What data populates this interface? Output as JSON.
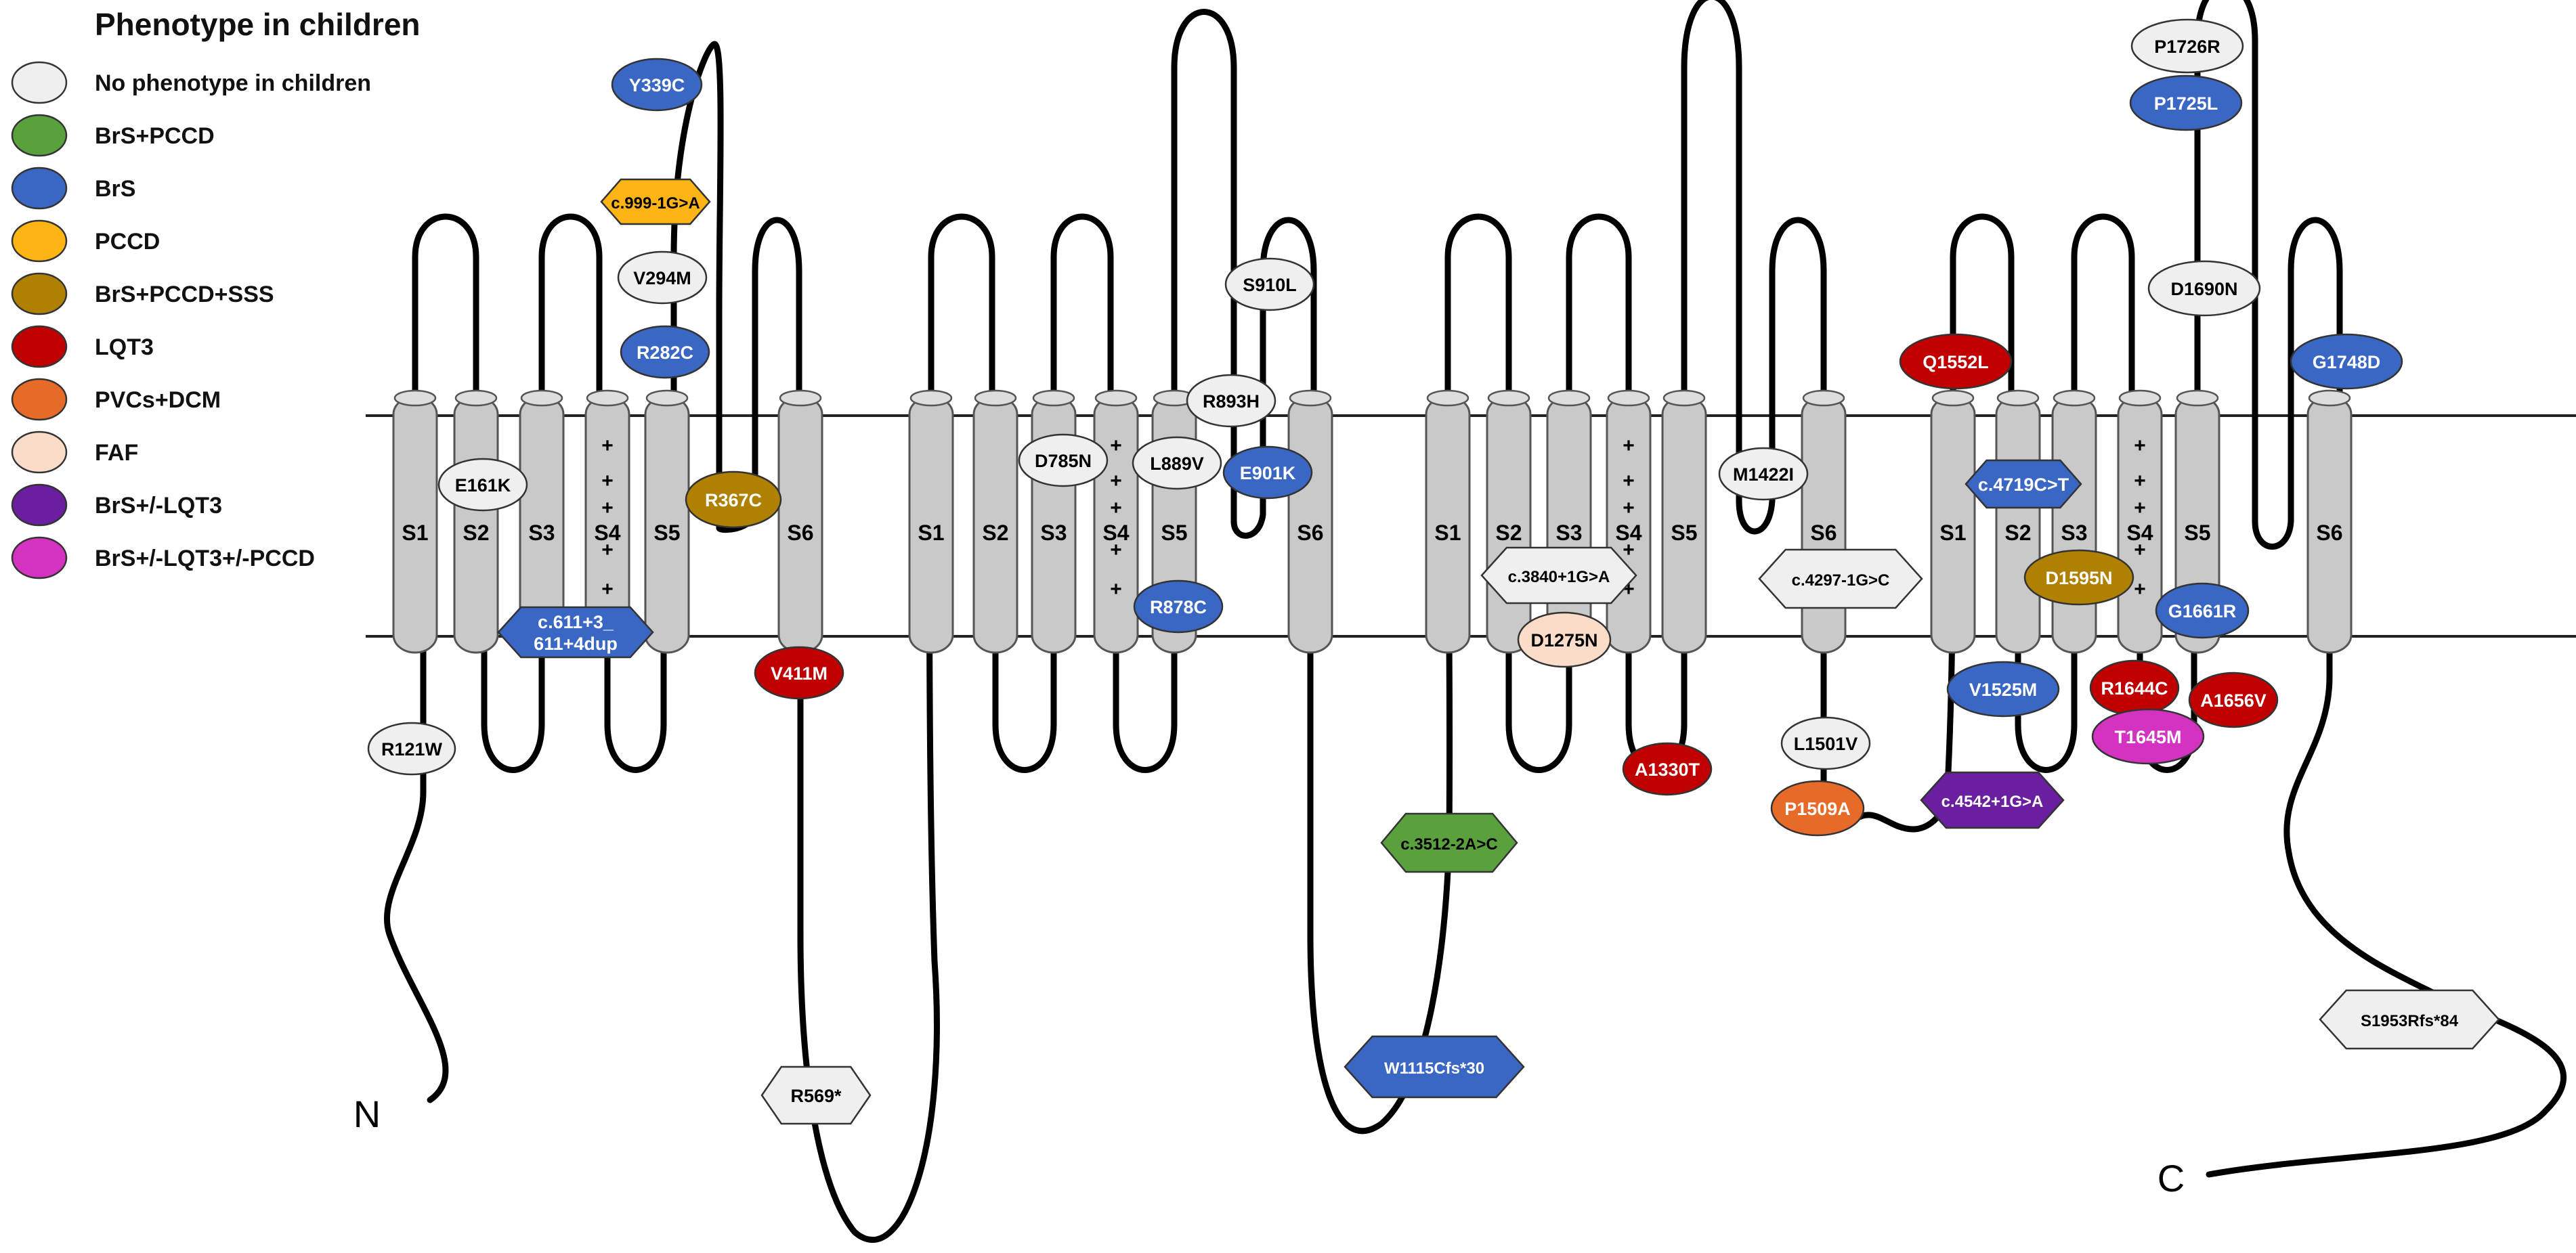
{
  "legend": {
    "title": "Phenotype in children",
    "items": [
      {
        "label": "No phenotype in children",
        "color": "#efefef"
      },
      {
        "label": "BrS+PCCD",
        "color": "#5aa03c"
      },
      {
        "label": "BrS",
        "color": "#3a66c4"
      },
      {
        "label": "PCCD",
        "color": "#fcb514"
      },
      {
        "label": "BrS+PCCD+SSS",
        "color": "#b08000"
      },
      {
        "label": "LQT3",
        "color": "#c00000"
      },
      {
        "label": "PVCs+DCM",
        "color": "#e86a28"
      },
      {
        "label": "FAF",
        "color": "#fbdcc8"
      },
      {
        "label": "BrS+/-LQT3",
        "color": "#6a1ea0"
      },
      {
        "label": "BrS+/-LQT3+/-PCCD",
        "color": "#d333c0"
      }
    ]
  },
  "segment_labels": [
    "S1",
    "S2",
    "S3",
    "S4",
    "S5",
    "S6"
  ],
  "s4_charge": "+",
  "terminals": {
    "n": "N",
    "c": "C"
  },
  "mutations": [
    {
      "label": "Y339C",
      "phenotype": 2,
      "shape": "ellipse"
    },
    {
      "label": "c.999-1G>A",
      "phenotype": 3,
      "shape": "hex"
    },
    {
      "label": "V294M",
      "phenotype": 0,
      "shape": "ellipse"
    },
    {
      "label": "R282C",
      "phenotype": 2,
      "shape": "ellipse"
    },
    {
      "label": "E161K",
      "phenotype": 0,
      "shape": "ellipse"
    },
    {
      "label": "R367C",
      "phenotype": 4,
      "shape": "ellipse"
    },
    {
      "label": "c.611+3_611+4dup",
      "phenotype": 2,
      "shape": "hex"
    },
    {
      "label": "V411M",
      "phenotype": 5,
      "shape": "ellipse"
    },
    {
      "label": "R121W",
      "phenotype": 0,
      "shape": "ellipse"
    },
    {
      "label": "R569*",
      "phenotype": 0,
      "shape": "hex"
    },
    {
      "label": "S910L",
      "phenotype": 0,
      "shape": "ellipse"
    },
    {
      "label": "R893H",
      "phenotype": 0,
      "shape": "ellipse"
    },
    {
      "label": "D785N",
      "phenotype": 0,
      "shape": "ellipse"
    },
    {
      "label": "L889V",
      "phenotype": 0,
      "shape": "ellipse"
    },
    {
      "label": "E901K",
      "phenotype": 2,
      "shape": "ellipse"
    },
    {
      "label": "R878C",
      "phenotype": 2,
      "shape": "ellipse"
    },
    {
      "label": "c.3512-2A>C",
      "phenotype": 1,
      "shape": "hex"
    },
    {
      "label": "W1115Cfs*30",
      "phenotype": 2,
      "shape": "hex"
    },
    {
      "label": "c.3840+1G>A",
      "phenotype": 0,
      "shape": "hex"
    },
    {
      "label": "D1275N",
      "phenotype": 7,
      "shape": "ellipse"
    },
    {
      "label": "A1330T",
      "phenotype": 5,
      "shape": "ellipse"
    },
    {
      "label": "M1422I",
      "phenotype": 0,
      "shape": "ellipse"
    },
    {
      "label": "c.4297-1G>C",
      "phenotype": 0,
      "shape": "hex"
    },
    {
      "label": "L1501V",
      "phenotype": 0,
      "shape": "ellipse"
    },
    {
      "label": "P1509A",
      "phenotype": 6,
      "shape": "ellipse"
    },
    {
      "label": "c.4542+1G>A",
      "phenotype": 8,
      "shape": "hex"
    },
    {
      "label": "P1726R",
      "phenotype": 0,
      "shape": "ellipse"
    },
    {
      "label": "P1725L",
      "phenotype": 2,
      "shape": "ellipse"
    },
    {
      "label": "D1690N",
      "phenotype": 0,
      "shape": "ellipse"
    },
    {
      "label": "Q1552L",
      "phenotype": 5,
      "shape": "ellipse"
    },
    {
      "label": "G1748D",
      "phenotype": 2,
      "shape": "ellipse"
    },
    {
      "label": "c.4719C>T",
      "phenotype": 2,
      "shape": "hex"
    },
    {
      "label": "D1595N",
      "phenotype": 4,
      "shape": "ellipse"
    },
    {
      "label": "G1661R",
      "phenotype": 2,
      "shape": "ellipse"
    },
    {
      "label": "V1525M",
      "phenotype": 2,
      "shape": "ellipse"
    },
    {
      "label": "R1644C",
      "phenotype": 5,
      "shape": "ellipse"
    },
    {
      "label": "A1656V",
      "phenotype": 5,
      "shape": "ellipse"
    },
    {
      "label": "T1645M",
      "phenotype": 9,
      "shape": "ellipse"
    },
    {
      "label": "S1953Rfs*84",
      "phenotype": 0,
      "shape": "hex"
    }
  ]
}
